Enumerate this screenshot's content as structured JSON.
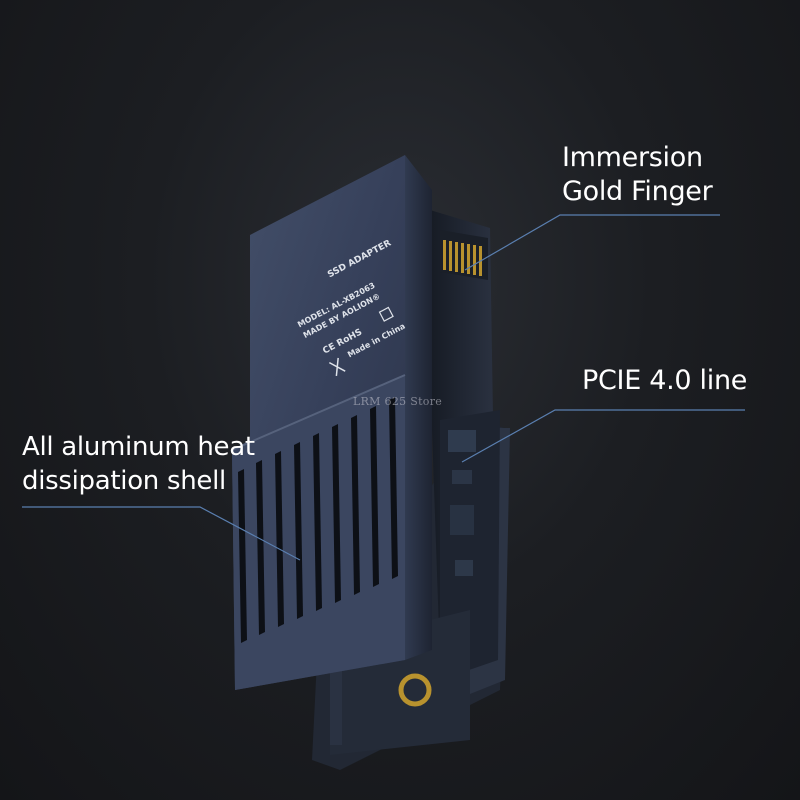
{
  "callouts": {
    "gold_finger": {
      "line1": "Immersion",
      "line2": "Gold Finger"
    },
    "pcie": {
      "line1": "PCIE 4.0 line"
    },
    "shell": {
      "line1": "All aluminum heat",
      "line2": "dissipation shell"
    }
  },
  "device_label": {
    "title": "SSD ADAPTER",
    "model": "MODEL: AL-XB2063",
    "maker": "MADE BY AOLION®",
    "certs": "CE RoHS",
    "origin": "Made in China"
  },
  "watermark": "LRM 625 Store",
  "colors": {
    "background": "#1c1e22",
    "shell": "#3a4459",
    "shell_dark": "#232a38",
    "pcb": "#1f2633",
    "gold": "#b8922e",
    "leader_line": "#5a7fb0",
    "text": "#ffffff"
  }
}
